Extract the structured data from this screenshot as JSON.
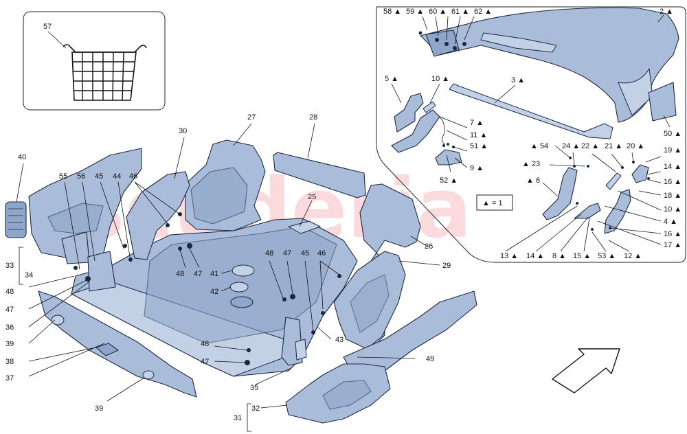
{
  "watermark": "scuderia",
  "legend": {
    "symbol": "▲",
    "text": "= 1"
  },
  "callouts": {
    "c57": "57",
    "c2": "2 ▲",
    "c58": "58 ▲",
    "c59": "59 ▲",
    "c60": "60 ▲",
    "c61": "61 ▲",
    "c62": "62 ▲",
    "c5": "5 ▲",
    "c10a": "10 ▲",
    "c3": "3 ▲",
    "c7": "7 ▲",
    "c11": "11 ▲",
    "c51": "51 ▲",
    "c9": "9 ▲",
    "c52": "52 ▲",
    "c50": "50 ▲",
    "c54": "▲ 54",
    "c24": "24 ▲",
    "c22": "22 ▲",
    "c21": "21 ▲",
    "c20": "20 ▲",
    "c19": "19 ▲",
    "c23": "▲ 23",
    "c14a": "14 ▲",
    "c16a": "16 ▲",
    "c6": "▲ 6",
    "c18": "18 ▲",
    "c10b": "10 ▲",
    "c4": "4 ▲",
    "c16b": "16 ▲",
    "c17": "17 ▲",
    "c13": "13 ▲",
    "c14b": "14 ▲",
    "c8": "8 ▲",
    "c15": "15 ▲",
    "c53": "53 ▲",
    "c12": "12 ▲",
    "c40": "40",
    "c30": "30",
    "c27": "27",
    "c28": "28",
    "c55": "55",
    "c56": "56",
    "c45a": "45",
    "c44": "44",
    "c46a": "46",
    "c25": "25",
    "c26": "26",
    "c29": "29",
    "c33": "33",
    "c34": "34",
    "c48a": "48",
    "c47a": "47",
    "c36": "36",
    "c39a": "39",
    "c38": "38",
    "c37": "37",
    "c39b": "39",
    "c48b": "48",
    "c47b": "47",
    "c41": "41",
    "c42": "42",
    "c48c": "48",
    "c47c": "47",
    "c45b": "45",
    "c46b": "46",
    "c43": "43",
    "c48d": "48",
    "c47d": "47",
    "c35": "35",
    "c49": "49",
    "c32": "32",
    "c31": "31"
  }
}
